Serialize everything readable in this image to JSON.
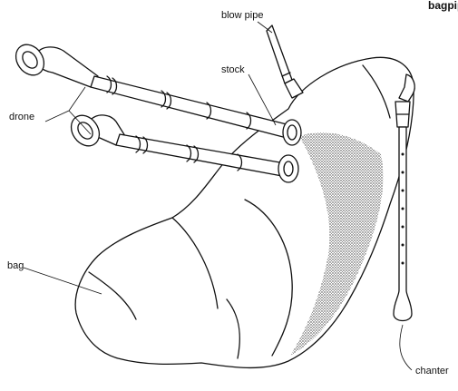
{
  "title": "bagpipe",
  "labels": {
    "blow_pipe": "blow pipe",
    "stock": "stock",
    "drone": "drone",
    "bag": "bag",
    "chanter": "chanter"
  }
}
